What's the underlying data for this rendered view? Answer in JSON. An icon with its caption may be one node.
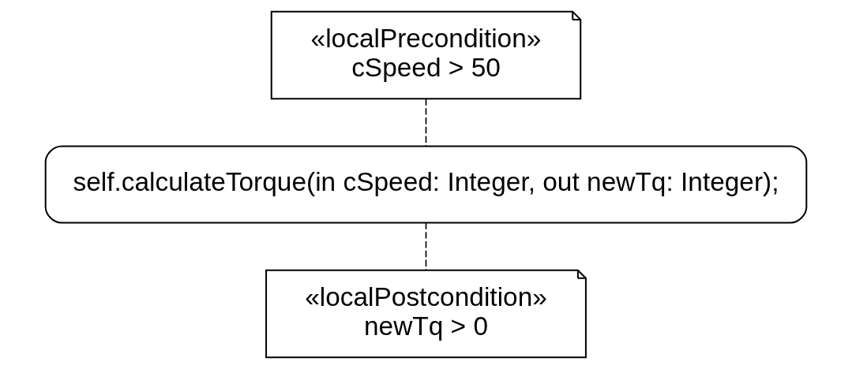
{
  "diagram": {
    "nodes": [
      {
        "text": [
          "«localPrecondition»",
          "cSpeed > 50"
        ]
      },
      {
        "text": [
          "self.calculateTorque(in cSpeed: Integer, out newTq: Integer);"
        ]
      },
      {
        "text": [
          "«localPostcondition»",
          "newTq > 0"
        ]
      }
    ],
    "edges": [
      {
        "from": 0,
        "to": 1,
        "arrow": "none",
        "style": "dashed"
      },
      {
        "from": 1,
        "to": 2,
        "arrow": "none",
        "style": "dashed"
      }
    ]
  }
}
